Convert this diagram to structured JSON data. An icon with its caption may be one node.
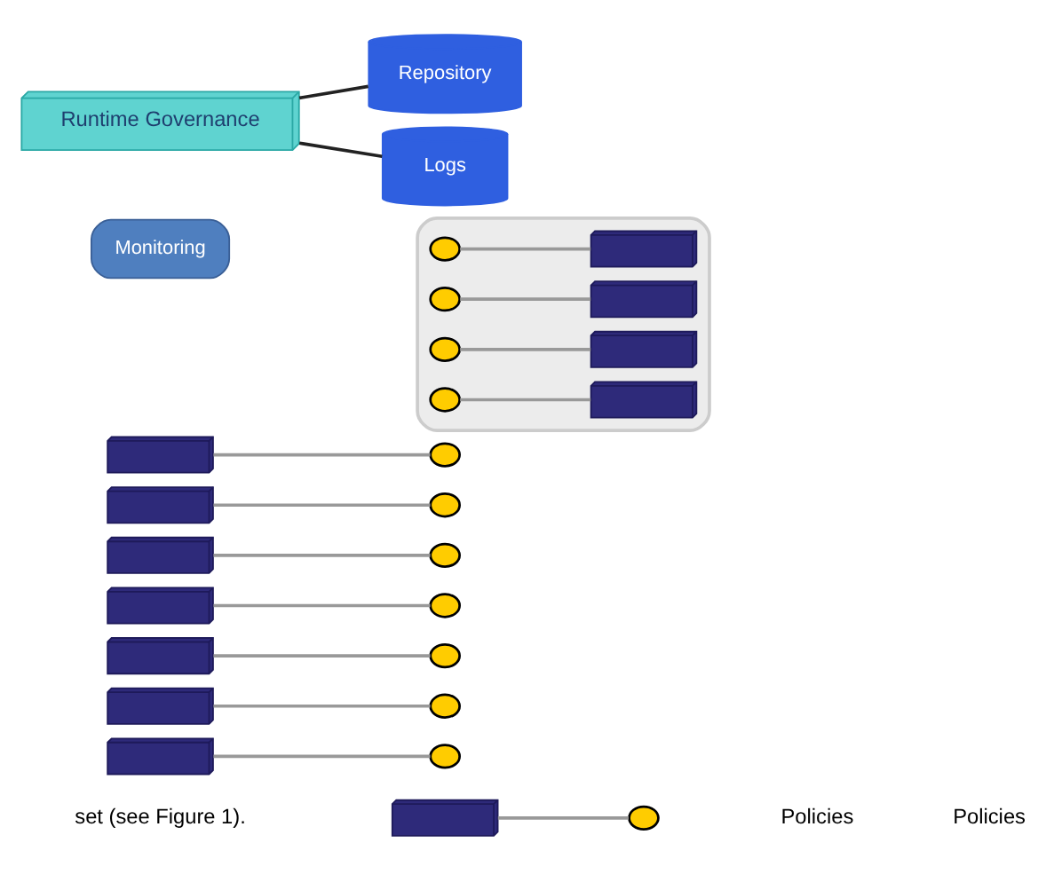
{
  "diagram": {
    "nodes": [
      {
        "text": [],
        "shape": "box"
      },
      {
        "text": [],
        "shape": "box"
      },
      {
        "text": [],
        "shape": "box"
      },
      {
        "text": [],
        "shape": "box"
      },
      {
        "text": [],
        "shape": "box"
      },
      {
        "text": [],
        "shape": "box"
      },
      {
        "text": [],
        "shape": "box"
      },
      {
        "text": [],
        "shape": "box"
      },
      {
        "text": [],
        "shape": "circle"
      },
      {
        "text": [],
        "shape": "circle"
      },
      {
        "text": [],
        "shape": "circle"
      },
      {
        "text": [],
        "shape": "circle"
      },
      {
        "text": [],
        "shape": "circle"
      },
      {
        "text": [],
        "shape": "circle"
      },
      {
        "text": [],
        "shape": "circle"
      },
      {
        "text": [],
        "shape": "circle"
      },
      {
        "text": [],
        "shape": "cloud"
      },
      {
        "text": [],
        "shape": "circle",
        "in": 16
      },
      {
        "text": [],
        "shape": "circle",
        "in": 16
      },
      {
        "text": [],
        "shape": "circle",
        "in": 16
      },
      {
        "text": [],
        "shape": "circle",
        "in": 16
      },
      {
        "text": [],
        "shape": "box",
        "in": 16
      },
      {
        "text": [],
        "shape": "box",
        "in": 16
      },
      {
        "text": [],
        "shape": "box",
        "in": 16
      },
      {
        "text": [],
        "shape": "box",
        "in": 16
      },
      {
        "text": [
          "Runtime Governance"
        ]
      },
      {
        "text": [
          "Repository"
        ]
      },
      {
        "text": [
          "Logs"
        ]
      },
      {
        "text": [
          "Monitoring"
        ]
      }
    ],
    "edges": [
      {
        "from": 0,
        "to": 8,
        "arrow": "none"
      },
      {
        "from": 1,
        "to": 9,
        "arrow": "none"
      },
      {
        "from": 2,
        "to": 10,
        "arrow": "none"
      },
      {
        "from": 3,
        "to": 11,
        "arrow": "none"
      },
      {
        "from": 4,
        "to": 12,
        "arrow": "none"
      },
      {
        "from": 5,
        "to": 13,
        "arrow": "none"
      },
      {
        "from": 6,
        "to": 14,
        "arrow": "none"
      },
      {
        "from": 7,
        "to": 15,
        "arrow": "none"
      },
      {
        "from": 17,
        "to": 21,
        "arrow": "none"
      },
      {
        "from": 18,
        "to": 22,
        "arrow": "none"
      },
      {
        "from": 19,
        "to": 23,
        "arrow": "none"
      },
      {
        "from": 20,
        "to": 24,
        "arrow": "none"
      },
      {
        "from": 25,
        "to": 26,
        "arrow": "none",
        "color": "#222222"
      },
      {
        "from": 25,
        "to": 27,
        "arrow": "none",
        "color": "#222222"
      }
    ],
    "labels": [
      "set (see Figure 1).",
      "Policies",
      "Policies"
    ]
  }
}
